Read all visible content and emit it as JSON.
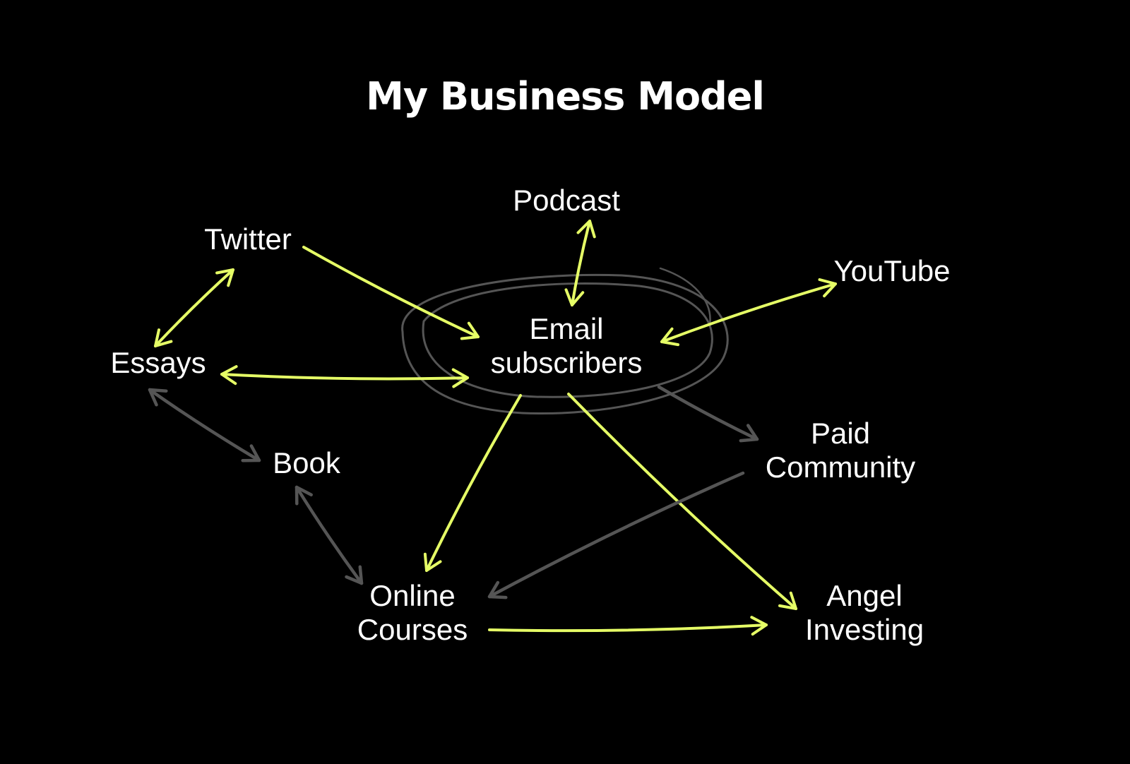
{
  "title": "My Business Model",
  "colors": {
    "background": "#000000",
    "text": "#ffffff",
    "primary_arrow": "#e6ff66",
    "secondary_arrow": "#555555",
    "hub_ring": "#555555"
  },
  "nodes": {
    "podcast": {
      "lines": [
        "Podcast"
      ]
    },
    "twitter": {
      "lines": [
        "Twitter"
      ]
    },
    "youtube": {
      "lines": [
        "YouTube"
      ]
    },
    "email": {
      "lines": [
        "Email",
        "subscribers"
      ]
    },
    "essays": {
      "lines": [
        "Essays"
      ]
    },
    "paid": {
      "lines": [
        "Paid",
        "Community"
      ]
    },
    "book": {
      "lines": [
        "Book"
      ]
    },
    "online": {
      "lines": [
        "Online",
        "Courses"
      ]
    },
    "angel": {
      "lines": [
        "Angel",
        "Investing"
      ]
    }
  },
  "edges": [
    {
      "from": "twitter",
      "to": "email",
      "style": "primary",
      "direction": "forward"
    },
    {
      "from": "twitter",
      "to": "essays",
      "style": "primary",
      "direction": "both"
    },
    {
      "from": "podcast",
      "to": "email",
      "style": "primary",
      "direction": "both"
    },
    {
      "from": "youtube",
      "to": "email",
      "style": "primary",
      "direction": "both"
    },
    {
      "from": "essays",
      "to": "email",
      "style": "primary",
      "direction": "both"
    },
    {
      "from": "essays",
      "to": "book",
      "style": "secondary",
      "direction": "both"
    },
    {
      "from": "email",
      "to": "paid",
      "style": "secondary",
      "direction": "forward"
    },
    {
      "from": "email",
      "to": "online",
      "style": "primary",
      "direction": "forward"
    },
    {
      "from": "email",
      "to": "angel",
      "style": "primary",
      "direction": "forward"
    },
    {
      "from": "paid",
      "to": "online",
      "style": "secondary",
      "direction": "forward"
    },
    {
      "from": "book",
      "to": "online",
      "style": "secondary",
      "direction": "both"
    },
    {
      "from": "online",
      "to": "angel",
      "style": "primary",
      "direction": "forward"
    }
  ]
}
